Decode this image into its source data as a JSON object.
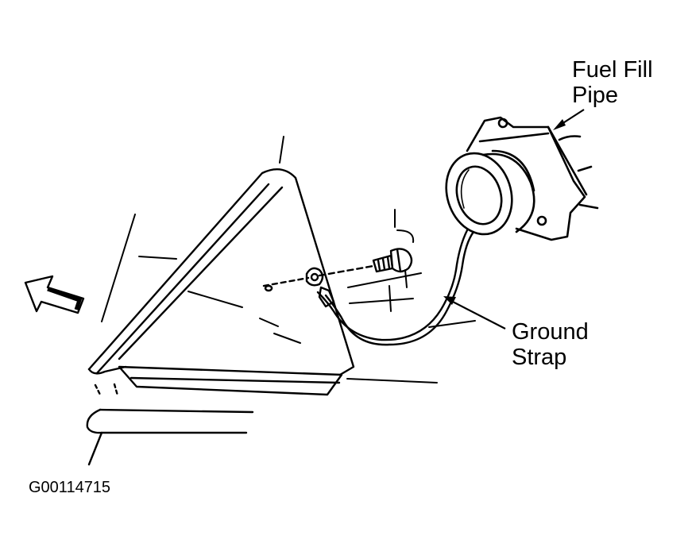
{
  "callouts": {
    "fuel_fill_pipe": [
      "Fuel Fill",
      "Pipe"
    ],
    "ground_strap": [
      "Ground",
      "Strap"
    ]
  },
  "figure_id": "G00114715",
  "colors": {
    "ink": "#000000",
    "paper": "#ffffff"
  },
  "icons": {
    "direction_arrow": "forward-arrow-icon"
  }
}
